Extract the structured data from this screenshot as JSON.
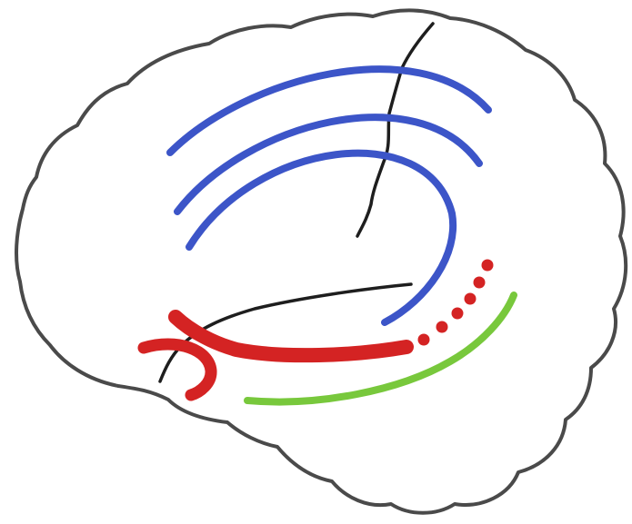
{
  "diagram": {
    "colors": {
      "outline": "#4a4a4a",
      "sulcus": "#1e1e1e",
      "dorsal_tracts": "#3c55c8",
      "ventral_tract": "#d42323",
      "inferior_tract": "#78c83c"
    },
    "structures": [
      {
        "name": "brain-outline",
        "color_key": "outline"
      },
      {
        "name": "central-sulcus",
        "color_key": "sulcus"
      },
      {
        "name": "sylvian-fissure",
        "color_key": "sulcus"
      }
    ],
    "tracts": [
      {
        "name": "dorsal-tract-upper",
        "color_key": "dorsal_tracts",
        "style": "solid"
      },
      {
        "name": "dorsal-tract-middle",
        "color_key": "dorsal_tracts",
        "style": "solid"
      },
      {
        "name": "dorsal-tract-lower",
        "color_key": "dorsal_tracts",
        "style": "solid"
      },
      {
        "name": "ventral-tract",
        "color_key": "ventral_tract",
        "style": "solid"
      },
      {
        "name": "ventral-tract-extension",
        "color_key": "ventral_tract",
        "style": "dotted"
      },
      {
        "name": "inferior-tract",
        "color_key": "inferior_tract",
        "style": "solid"
      }
    ]
  }
}
